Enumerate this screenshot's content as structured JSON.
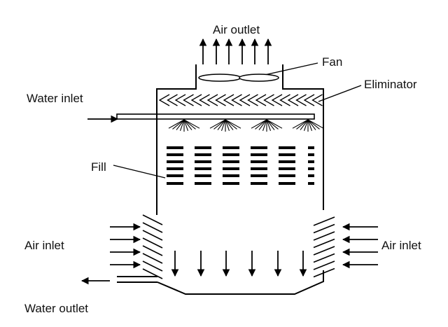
{
  "labels": {
    "air_outlet": "Air outlet",
    "fan": "Fan",
    "eliminator": "Eliminator",
    "water_inlet": "Water inlet",
    "fill": "Fill",
    "air_inlet_left": "Air inlet",
    "air_inlet_right": "Air inlet",
    "water_outlet": "Water outlet"
  },
  "colors": {
    "ink": "#000000",
    "background": "#ffffff"
  }
}
